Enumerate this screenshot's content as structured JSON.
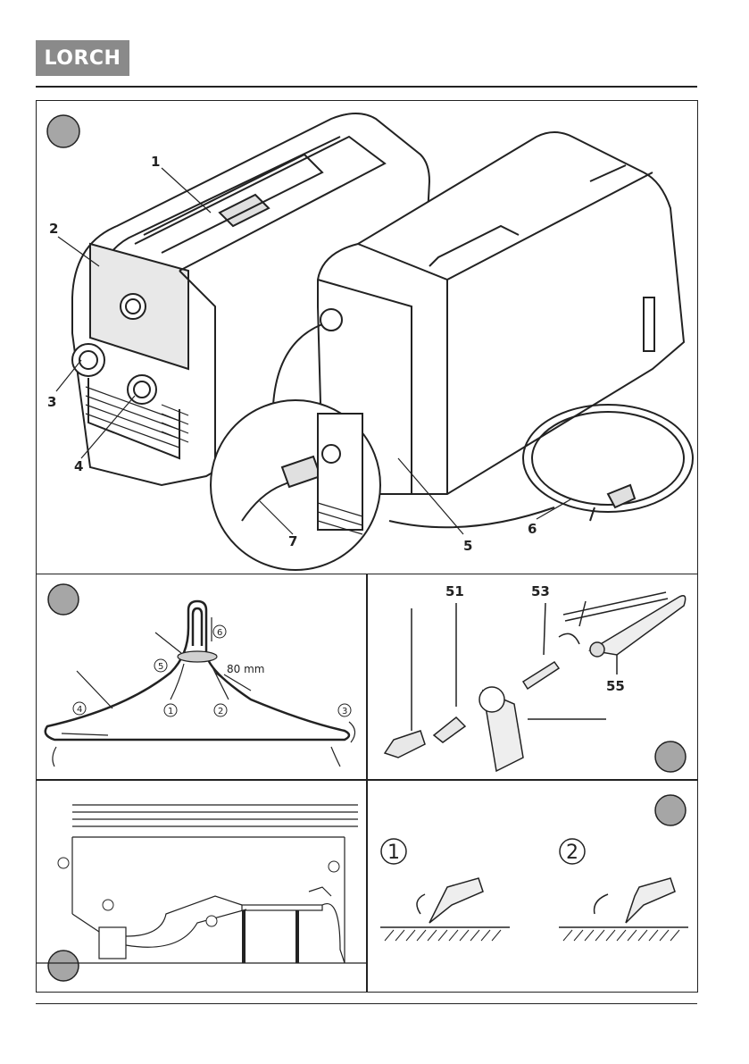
{
  "brand": "LORCH",
  "figure1": {
    "callouts": [
      "1",
      "2",
      "3",
      "4",
      "5",
      "6",
      "7"
    ]
  },
  "figure2": {
    "steps": [
      "1",
      "2",
      "3",
      "4",
      "5",
      "6"
    ],
    "length_label": "80 mm"
  },
  "figure3": {
    "callouts": [
      "51",
      "53",
      "55"
    ]
  },
  "figure5": {
    "steps": [
      "1",
      "2"
    ]
  },
  "colors": {
    "badge": "#a6a6a6",
    "logo_bg": "#8a8a8a",
    "line": "#222222"
  }
}
